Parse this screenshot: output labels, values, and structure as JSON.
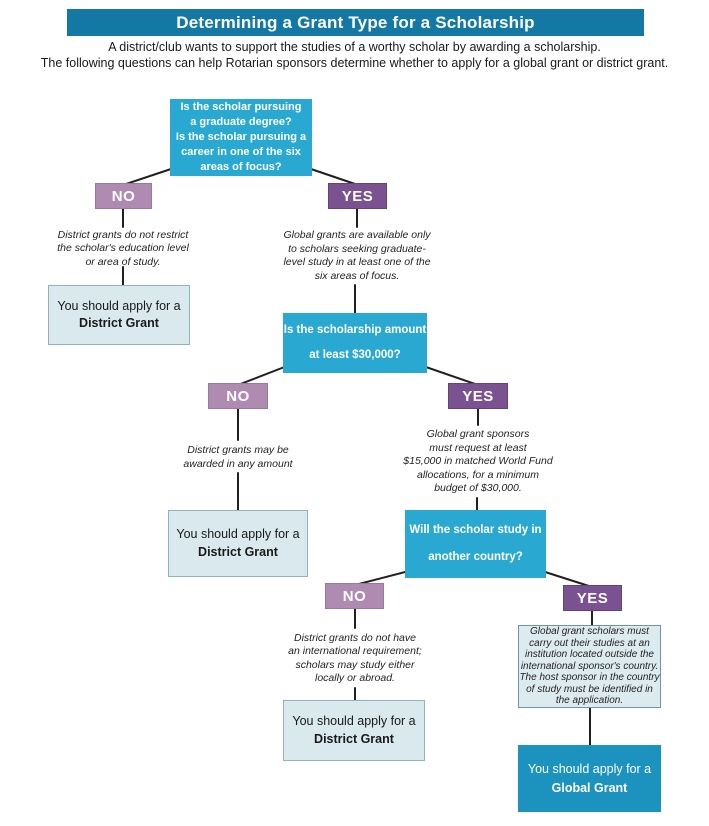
{
  "page": {
    "title": "Determining a Grant Type for a Scholarship",
    "subtitle_line1": "A district/club wants to support the studies of a worthy scholar by awarding a scholarship.",
    "subtitle_line2": "The following questions can help Rotarian sponsors determine whether to apply for a global grant or district grant."
  },
  "colors": {
    "title_bar": "#1379A4",
    "question_box": "#29A9D2",
    "yes_box": "#7B5291",
    "no_box": "#AF8BB2",
    "result_box_bg": "#D9E9ED",
    "result_box_border": "#8EB4BD",
    "global_box": "#1B93BE",
    "connector_line": "#231F20"
  },
  "flowchart": {
    "q1": "Is the scholar pursuing\na graduate degree?\nIs the scholar pursuing a\ncareer in one of the six\nareas of focus?",
    "no1_label": "NO",
    "yes1_label": "YES",
    "no1_note": "District grants do not restrict\nthe scholar's education level\nor area of study.",
    "yes1_note": "Global grants are available only\nto scholars seeking graduate-\nlevel study in at least one of the\nsix areas of focus.",
    "result1_line1": "You should apply for a",
    "result1_line2": "District Grant",
    "q2": "Is the scholarship amount\nat least $30,000?",
    "no2_label": "NO",
    "yes2_label": "YES",
    "no2_note": "District grants may be\nawarded in any amount",
    "yes2_note": "Global grant sponsors\nmust request at least\n$15,000 in matched World Fund\nallocations, for a minimum\nbudget of $30,000.",
    "result2_line1": "You should apply for a",
    "result2_line2": "District Grant",
    "q3": "Will the scholar study in\nanother country?",
    "no3_label": "NO",
    "yes3_label": "YES",
    "no3_note": "District grants do not have\nan international requirement;\nscholars may study either\nlocally or abroad.",
    "yes3_note": "Global grant scholars must\ncarry out their studies at an\ninstitution located outside the\ninternational sponsor's country.\nThe host sponsor in the country\nof study must be identified in\nthe application.",
    "result3_line1": "You should apply for a",
    "result3_line2": "District Grant",
    "global_result_line1": "You should apply for a",
    "global_result_line2": "Global Grant"
  }
}
